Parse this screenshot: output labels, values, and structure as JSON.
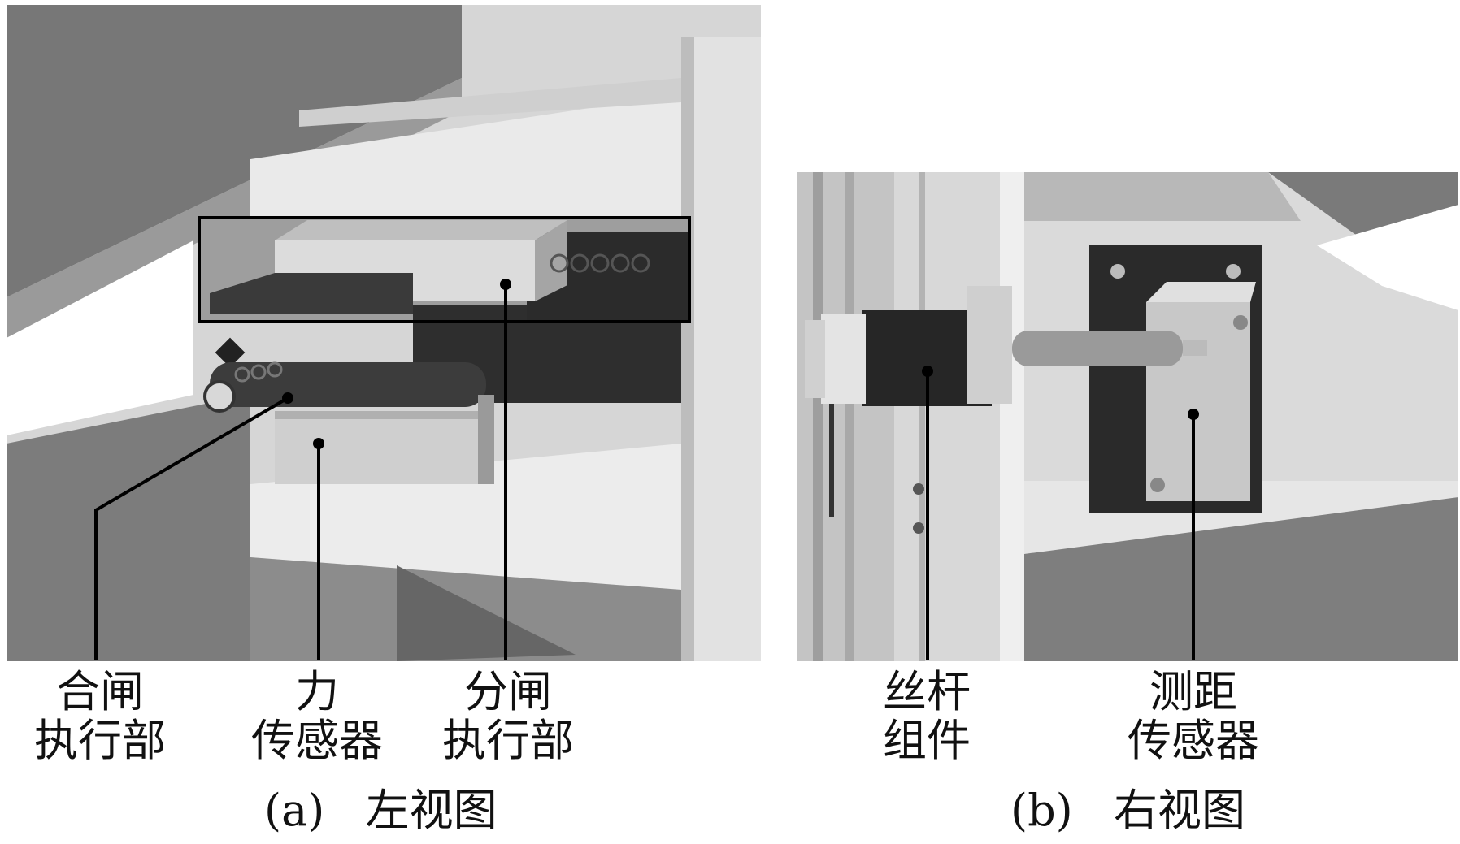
{
  "figure": {
    "panel_a": {
      "caption_id": "(a)",
      "caption_text": "左视图",
      "labels": [
        {
          "line1": "合闸",
          "line2": "执行部"
        },
        {
          "line1": "力",
          "line2": "传感器"
        },
        {
          "line1": "分闸",
          "line2": "执行部"
        }
      ]
    },
    "panel_b": {
      "caption_id": "(b)",
      "caption_text": "右视图",
      "labels": [
        {
          "line1": "丝杆",
          "line2": "组件"
        },
        {
          "line1": "测距",
          "line2": "传感器"
        }
      ]
    }
  }
}
